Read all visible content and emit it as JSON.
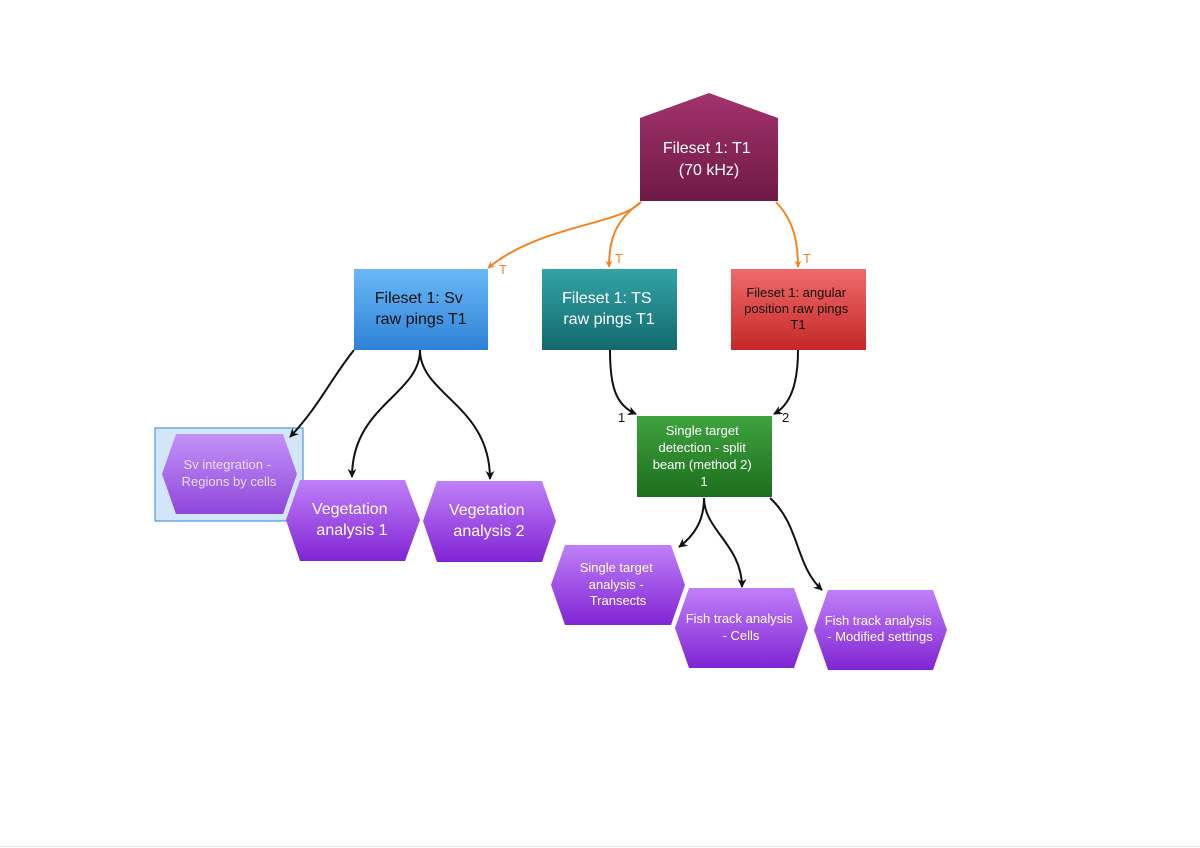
{
  "colors": {
    "source_top": "#a3336d",
    "source_bottom": "#6e1a45",
    "sv_top": "#6ab8f7",
    "sv_bottom": "#2e82d6",
    "ts_top": "#33a3a6",
    "ts_bottom": "#126a6e",
    "ang_top": "#f06a6a",
    "ang_bottom": "#c52828",
    "std_top": "#3fa33f",
    "std_bottom": "#1d6e1d",
    "hex_top": "#c080f8",
    "hex_bottom": "#8024d4",
    "edge_transform": "#f5841f",
    "edge_link": "#111111",
    "selection_fill": "#bfdcf5",
    "selection_border": "#2f86d8"
  },
  "nodes": {
    "source": {
      "icon": "house-pentagon-shape",
      "lines": [
        "Fileset 1: T1",
        "(70 kHz)"
      ]
    },
    "sv_raw": {
      "lines": [
        "Fileset 1: Sv",
        "raw pings T1"
      ]
    },
    "ts_raw": {
      "lines": [
        "Fileset 1: TS",
        "raw pings T1"
      ]
    },
    "angular": {
      "lines": [
        "Fileset 1: angular",
        "position raw pings",
        "T1"
      ]
    },
    "single_target_detection": {
      "lines": [
        "Single target",
        "detection - split",
        "beam (method 2)",
        "1"
      ]
    },
    "sv_integration": {
      "lines": [
        "Sv integration -",
        "Regions by cells"
      ]
    },
    "vegetation_1": {
      "lines": [
        "Vegetation",
        "analysis 1"
      ]
    },
    "vegetation_2": {
      "lines": [
        "Vegetation",
        "analysis 2"
      ]
    },
    "single_target_analysis": {
      "lines": [
        "Single target",
        "analysis -",
        "Transects"
      ]
    },
    "fish_track_cells": {
      "lines": [
        "Fish track analysis",
        "- Cells"
      ]
    },
    "fish_track_modified": {
      "lines": [
        "Fish track analysis",
        "- Modified settings"
      ]
    }
  },
  "edge_labels": {
    "to_sv": "T",
    "to_ts": "T",
    "to_angular": "T",
    "ts_input": "1",
    "angular_input": "2"
  }
}
